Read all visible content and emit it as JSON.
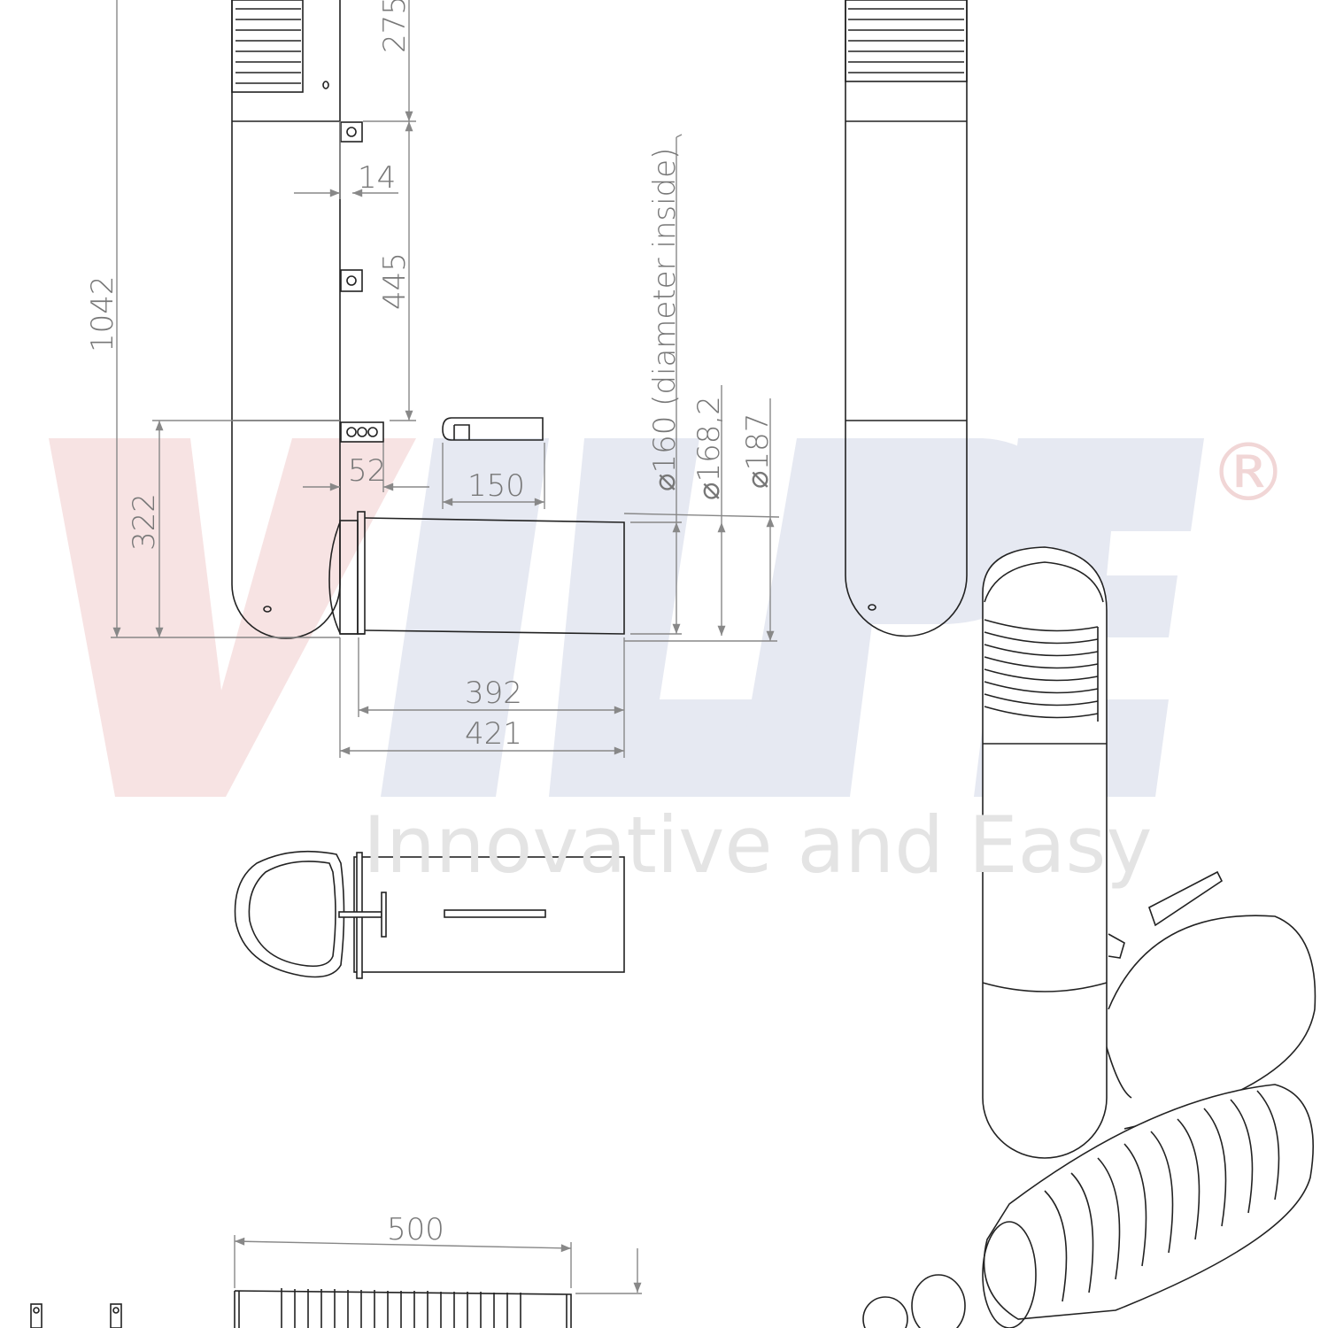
{
  "watermark": {
    "brand": "VILPE",
    "registered": "®",
    "tagline": "Innovative and Easy",
    "colors": {
      "red": "#f7e3e3",
      "blue": "#e6e9f2",
      "tagline": "#ececec"
    }
  },
  "dimensions": {
    "top_louver_height": "275",
    "bracket_offset": "14",
    "bracket_spacing": "445",
    "total_height": "1042",
    "lower_height": "322",
    "bracket_depth": "52",
    "bracket_length": "150",
    "inner_diameter": "⌀160 (diameter inside)",
    "mid_diameter": "⌀168,2",
    "outer_diameter": "⌀187",
    "pipe_length_inner": "392",
    "pipe_length_outer": "421",
    "corrugated_length": "500"
  },
  "colors": {
    "line": "#222222",
    "dimension": "#888888"
  }
}
